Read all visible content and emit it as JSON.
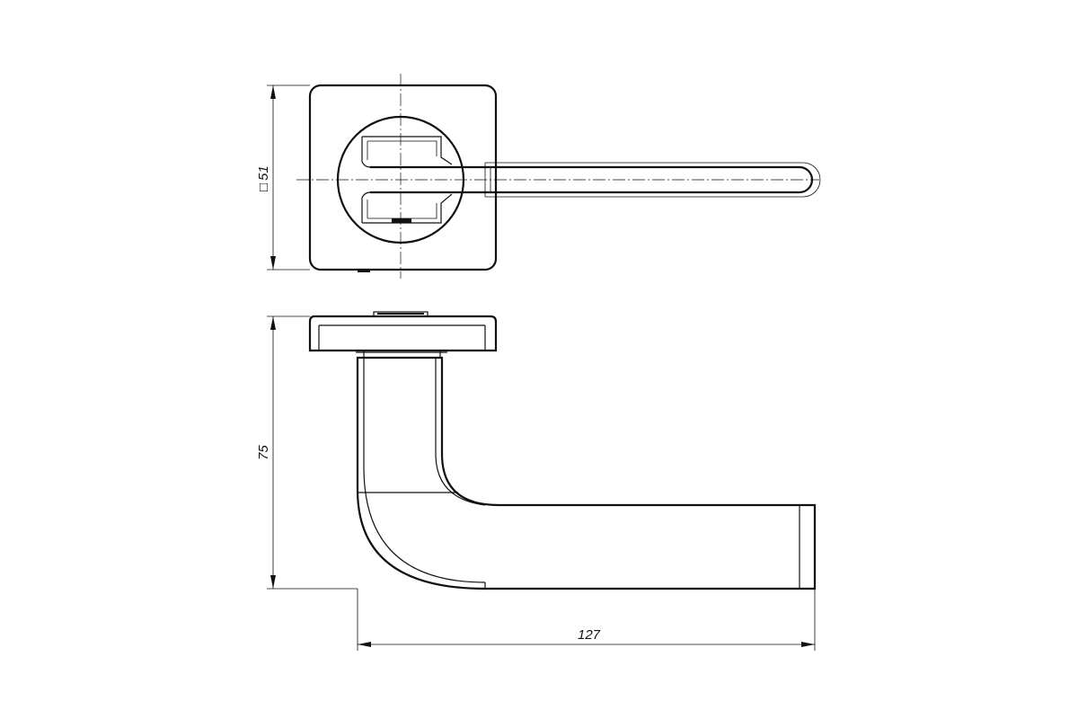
{
  "dimensions": {
    "rosette_size": "51",
    "rosette_symbol": "□",
    "height": "75",
    "length": "127"
  },
  "colors": {
    "line": "#111111",
    "background": "#ffffff"
  }
}
